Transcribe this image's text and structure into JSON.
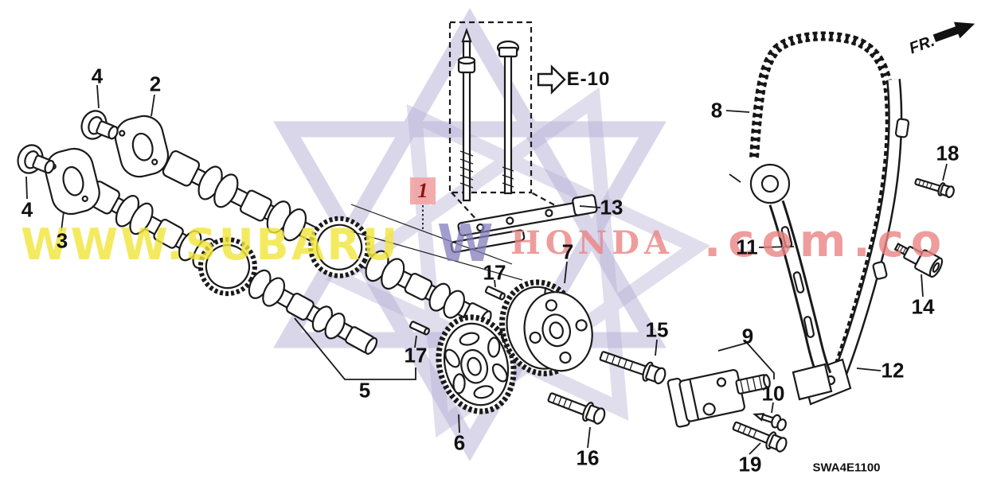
{
  "watermark": {
    "segment_yellow": "WWW.SUBARU",
    "segment_purple": "W",
    "segment_red_caps": "HONDA",
    "segment_red_tail": ".com.co",
    "color_yellow": "#f2e63e",
    "color_purple": "#837dbb",
    "color_red": "#eb8484",
    "star_color": "#b6afd6"
  },
  "header": {
    "direction_label": "FR.",
    "reference_label": "E-10"
  },
  "footer": {
    "diagram_code": "SWA4E1100"
  },
  "highlight": {
    "part_number": "1",
    "box_color": "#f2a3a3",
    "text_color": "#8a1111"
  },
  "callouts": [
    {
      "text": "4"
    },
    {
      "text": "2"
    },
    {
      "text": "4"
    },
    {
      "text": "3"
    },
    {
      "text": "17"
    },
    {
      "text": "17"
    },
    {
      "text": "5"
    },
    {
      "text": "6"
    },
    {
      "text": "7"
    },
    {
      "text": "13"
    },
    {
      "text": "8"
    },
    {
      "text": "11"
    },
    {
      "text": "12"
    },
    {
      "text": "14"
    },
    {
      "text": "18"
    },
    {
      "text": "15"
    },
    {
      "text": "9"
    },
    {
      "text": "10"
    },
    {
      "text": "16"
    },
    {
      "text": "19"
    }
  ]
}
